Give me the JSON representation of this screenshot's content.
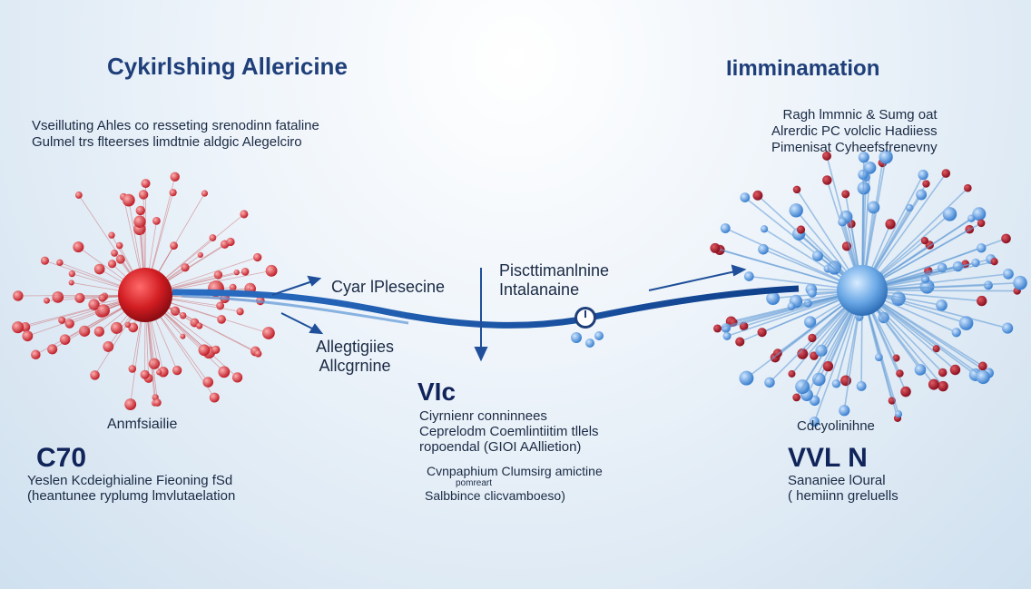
{
  "left": {
    "title": "Cykirlshing Allericine",
    "subtitle": [
      "Vseilluting Ahles co resseting srenodinn fataline",
      "Gulmel trs flteerses limdtnie aldgic Alegelciro"
    ],
    "cell_label": "Anmfsiailie",
    "code": "C70",
    "notes": [
      "Yeslen Kcdeighialine Fieoning fSd",
      "(heantunee ryplumg lmvlutaelation"
    ]
  },
  "right": {
    "title": "Iimminamation",
    "subtitle": [
      "Ragh lmmnic & Sumg oat",
      "Alrerdic PC volclic Hadiiess",
      "Pimenisat Cyheefsfrenevny"
    ],
    "cell_label": "Cdcyolinihne",
    "code": "VVL N",
    "notes": [
      "Sananiee lOural",
      "( hemiinn greluells"
    ]
  },
  "center": {
    "arrow_label_1": "Cyar lPlesecine",
    "arrow_label_2": [
      "Allegtigiies",
      "Allcgrnine"
    ],
    "mid_label": [
      "Piscttimanlnine",
      "Intalanaine"
    ],
    "code": "VIc",
    "notes": [
      "Ciyrnienr conninnees",
      "Ceprelodm Coemlintiitim tllels",
      "ropoendal (GIOI AAllietion)"
    ],
    "notes2": "Cvnpaphium Clumsirg amictine",
    "notes2_small": "pomreart",
    "notes3": "Salbbince clicvamboeso)"
  },
  "colors": {
    "left_cell": "#c81d25",
    "right_cell": "#4a90d9",
    "arrow": "#1f4f9a"
  }
}
